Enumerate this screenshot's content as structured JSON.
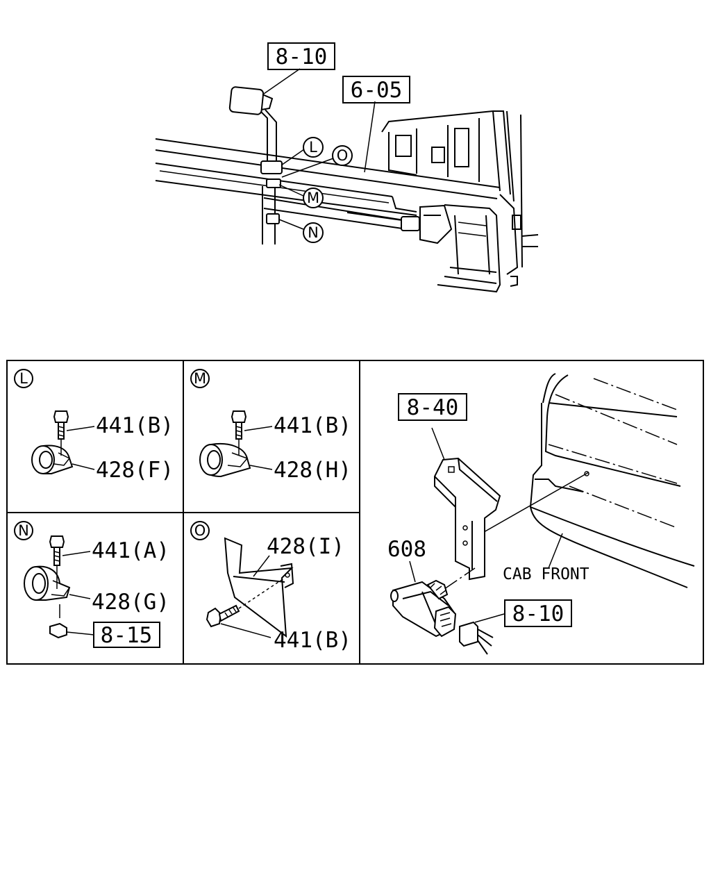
{
  "overview": {
    "ref_8_10_top": "8-10",
    "ref_6_05": "6-05",
    "callout_L": "L",
    "callout_O": "O",
    "callout_M": "M",
    "callout_N": "N"
  },
  "panels": {
    "L": {
      "marker": "L",
      "bolt": "441(B)",
      "clip": "428(F)"
    },
    "M": {
      "marker": "M",
      "bolt": "441(B)",
      "clip": "428(H)"
    },
    "N": {
      "marker": "N",
      "bolt": "441(A)",
      "clip": "428(G)",
      "ref": "8-15"
    },
    "O": {
      "marker": "O",
      "bracket": "428(I)",
      "bolt": "441(B)"
    },
    "sensor": {
      "ref_bracket": "8-40",
      "sensor": "608",
      "cab_front": "CAB FRONT",
      "ref_connector": "8-10"
    }
  }
}
